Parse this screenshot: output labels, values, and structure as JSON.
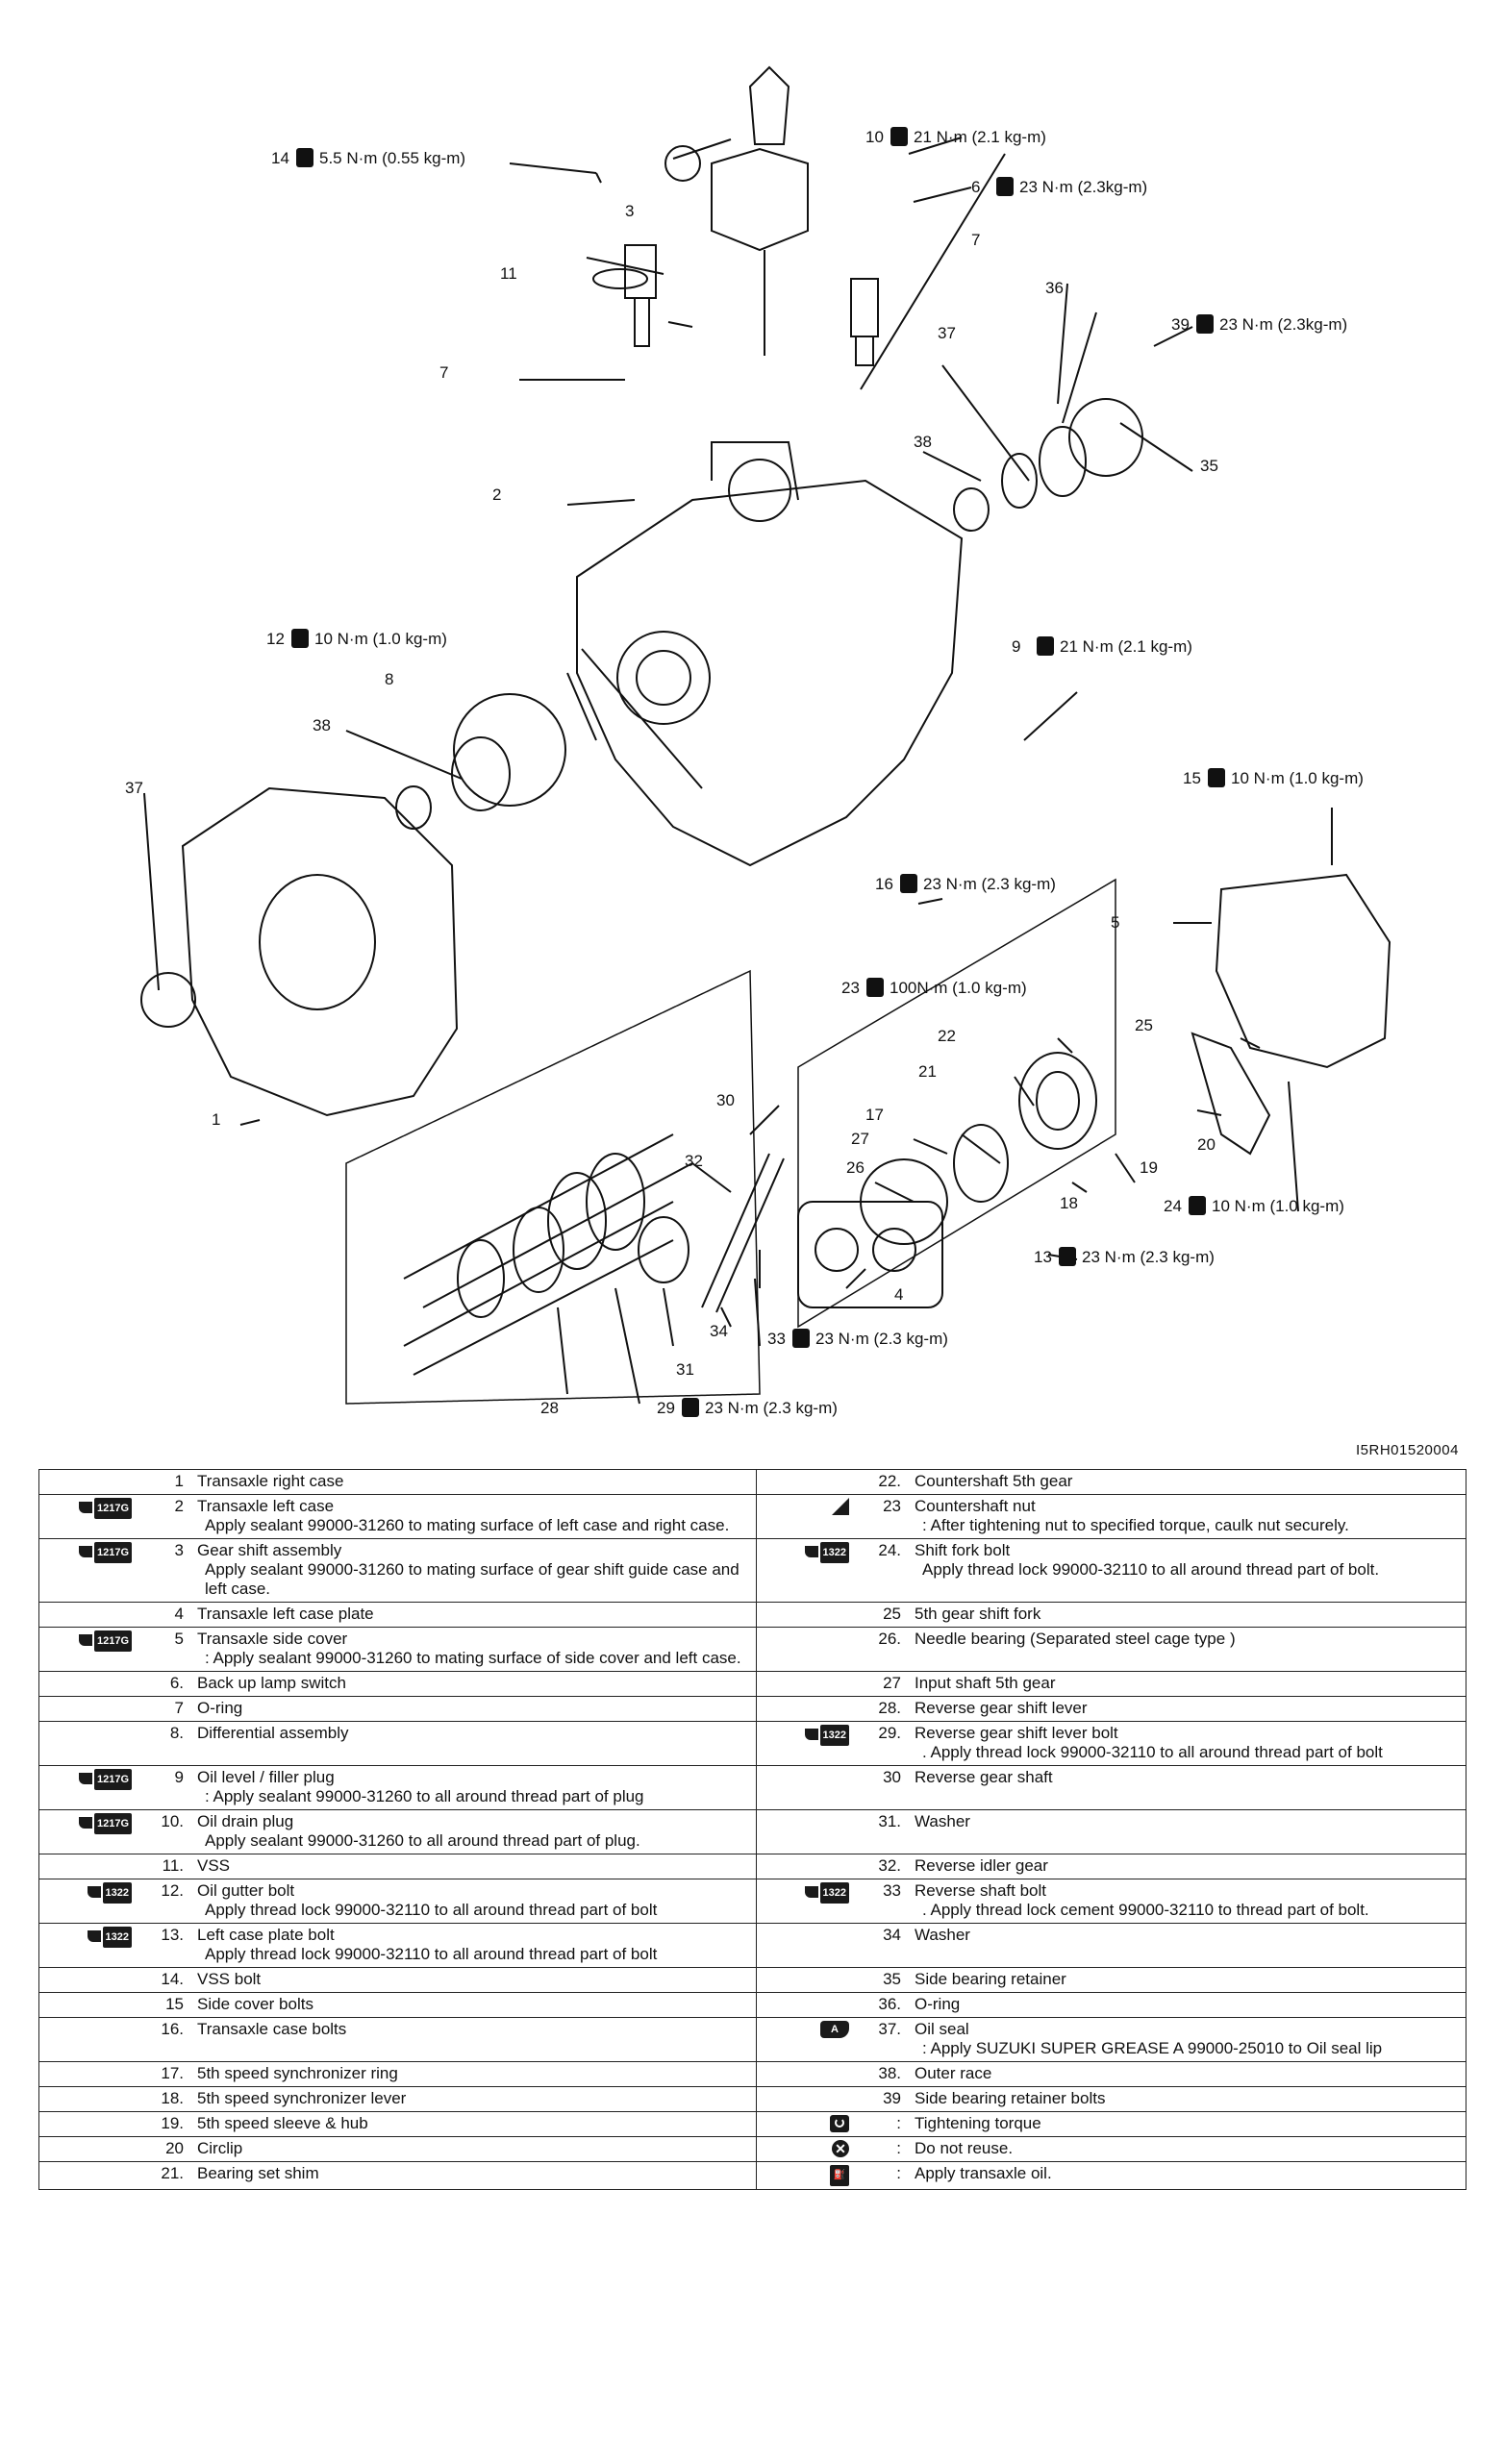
{
  "figure_id": "I5RH01520004",
  "callouts": [
    {
      "id": "c14",
      "text": "14",
      "torque": "5.5 N·m (0.55 kg-m)"
    },
    {
      "id": "c10",
      "text": "10",
      "torque": "21 N·m (2.1 kg-m)"
    },
    {
      "id": "c3",
      "text": "3"
    },
    {
      "id": "c6",
      "text": "6",
      "torque": "23 N·m (2.3kg-m)"
    },
    {
      "id": "c7a",
      "text": "7"
    },
    {
      "id": "c11",
      "text": "11"
    },
    {
      "id": "c36",
      "text": "36"
    },
    {
      "id": "c39",
      "text": "39",
      "torque": "23 N·m (2.3kg-m)"
    },
    {
      "id": "c37a",
      "text": "37"
    },
    {
      "id": "c7b",
      "text": "7"
    },
    {
      "id": "c38a",
      "text": "38"
    },
    {
      "id": "c35",
      "text": "35"
    },
    {
      "id": "c2",
      "text": "2"
    },
    {
      "id": "c12",
      "text": "12",
      "torque": "10 N·m (1.0 kg-m)"
    },
    {
      "id": "c9",
      "text": "9",
      "torque": "21 N·m (2.1 kg-m)"
    },
    {
      "id": "c8",
      "text": "8"
    },
    {
      "id": "c38b",
      "text": "38"
    },
    {
      "id": "c37b",
      "text": "37"
    },
    {
      "id": "c15",
      "text": "15",
      "torque": "10 N·m (1.0 kg-m)"
    },
    {
      "id": "c16",
      "text": "16",
      "torque": "23 N·m (2.3 kg-m)"
    },
    {
      "id": "c5",
      "text": "5"
    },
    {
      "id": "c23",
      "text": "23",
      "torque": "100N·m (1.0 kg-m)"
    },
    {
      "id": "c22",
      "text": "22"
    },
    {
      "id": "c25",
      "text": "25"
    },
    {
      "id": "c21",
      "text": "21"
    },
    {
      "id": "c1",
      "text": "1"
    },
    {
      "id": "c30",
      "text": "30"
    },
    {
      "id": "c17",
      "text": "17"
    },
    {
      "id": "c27",
      "text": "27"
    },
    {
      "id": "c20",
      "text": "20"
    },
    {
      "id": "c32",
      "text": "32"
    },
    {
      "id": "c26",
      "text": "26"
    },
    {
      "id": "c19",
      "text": "19"
    },
    {
      "id": "c18",
      "text": "18"
    },
    {
      "id": "c24",
      "text": "24",
      "torque": "10 N·m (1.0 kg-m)"
    },
    {
      "id": "c13",
      "text": "13",
      "torque": "23 N·m (2.3 kg-m)"
    },
    {
      "id": "c4",
      "text": "4"
    },
    {
      "id": "c34",
      "text": "34"
    },
    {
      "id": "c33",
      "text": "33",
      "torque": "23 N·m (2.3 kg-m)"
    },
    {
      "id": "c31",
      "text": "31"
    },
    {
      "id": "c28",
      "text": "28"
    },
    {
      "id": "c29",
      "text": "29",
      "torque": "23 N·m (2.3 kg-m)"
    }
  ],
  "icons": {
    "sealant": "1217G",
    "threadlock": "1322",
    "grease": "A"
  },
  "parts_left": [
    {
      "icon": "",
      "num": "1",
      "name": "Transaxle right case",
      "note": ""
    },
    {
      "icon": "sealant",
      "num": "2",
      "name": "Transaxle left case",
      "note": "Apply sealant 99000-31260 to mating surface of left case and right case."
    },
    {
      "icon": "sealant",
      "num": "3",
      "name": "Gear shift assembly",
      "note": "Apply sealant 99000-31260 to mating surface of gear shift guide case and left case."
    },
    {
      "icon": "",
      "num": "4",
      "name": "Transaxle left case plate",
      "note": ""
    },
    {
      "icon": "sealant",
      "num": "5",
      "name": "Transaxle side cover",
      "note": ": Apply sealant 99000-31260 to mating surface of side cover and left case."
    },
    {
      "icon": "",
      "num": "6.",
      "name": "Back up lamp switch",
      "note": ""
    },
    {
      "icon": "",
      "num": "7",
      "name": "O-ring",
      "note": ""
    },
    {
      "icon": "",
      "num": "8.",
      "name": "Differential assembly",
      "note": ""
    },
    {
      "icon": "sealant",
      "num": "9",
      "name": "Oil level / filler plug",
      "note": ": Apply sealant 99000-31260 to all around thread part of plug"
    },
    {
      "icon": "sealant",
      "num": "10.",
      "name": "Oil drain plug",
      "note": "Apply sealant 99000-31260 to all around thread part of plug."
    },
    {
      "icon": "",
      "num": "11.",
      "name": "VSS",
      "note": ""
    },
    {
      "icon": "threadlock",
      "num": "12.",
      "name": "Oil gutter bolt",
      "note": "Apply thread lock 99000-32110 to all around thread part of bolt"
    },
    {
      "icon": "threadlock",
      "num": "13.",
      "name": "Left case plate bolt",
      "note": "Apply thread lock 99000-32110 to all around thread part of bolt"
    },
    {
      "icon": "",
      "num": "14.",
      "name": "VSS bolt",
      "note": ""
    },
    {
      "icon": "",
      "num": "15",
      "name": "Side cover bolts",
      "note": ""
    },
    {
      "icon": "",
      "num": "16.",
      "name": "Transaxle case bolts",
      "note": ""
    },
    {
      "icon": "",
      "num": "17.",
      "name": "5th speed synchronizer ring",
      "note": ""
    },
    {
      "icon": "",
      "num": "18.",
      "name": "5th speed synchronizer lever",
      "note": ""
    },
    {
      "icon": "",
      "num": "19.",
      "name": "5th speed sleeve & hub",
      "note": ""
    },
    {
      "icon": "",
      "num": "20",
      "name": "Circlip",
      "note": ""
    },
    {
      "icon": "",
      "num": "21.",
      "name": "Bearing set shim",
      "note": ""
    }
  ],
  "parts_right": [
    {
      "icon": "",
      "num": "22.",
      "name": "Countershaft 5th gear",
      "note": ""
    },
    {
      "icon": "nut",
      "num": "23",
      "name": "Countershaft nut",
      "note": ": After tightening nut to specified torque, caulk nut securely."
    },
    {
      "icon": "threadlock",
      "num": "24.",
      "name": "Shift fork bolt",
      "note": "Apply thread lock 99000-32110 to all around thread part of bolt."
    },
    {
      "icon": "",
      "num": "25",
      "name": "5th gear shift fork",
      "note": ""
    },
    {
      "icon": "",
      "num": "26.",
      "name": "Needle bearing (Separated steel cage type )",
      "note": ""
    },
    {
      "icon": "",
      "num": "27",
      "name": "Input shaft 5th gear",
      "note": ""
    },
    {
      "icon": "",
      "num": "28.",
      "name": "Reverse gear shift lever",
      "note": ""
    },
    {
      "icon": "threadlock",
      "num": "29.",
      "name": "Reverse gear shift lever bolt",
      "note": ". Apply thread lock 99000-32110 to all around thread part of bolt"
    },
    {
      "icon": "",
      "num": "30",
      "name": "Reverse gear shaft",
      "note": ""
    },
    {
      "icon": "",
      "num": "31.",
      "name": "Washer",
      "note": ""
    },
    {
      "icon": "",
      "num": "32.",
      "name": "Reverse idler gear",
      "note": ""
    },
    {
      "icon": "threadlock",
      "num": "33",
      "name": "Reverse shaft bolt",
      "note": ". Apply thread lock cement 99000-32110 to thread part of bolt."
    },
    {
      "icon": "",
      "num": "34",
      "name": "Washer",
      "note": ""
    },
    {
      "icon": "",
      "num": "35",
      "name": "Side bearing retainer",
      "note": ""
    },
    {
      "icon": "",
      "num": "36.",
      "name": "O-ring",
      "note": ""
    },
    {
      "icon": "grease",
      "num": "37.",
      "name": "Oil seal",
      "note": ": Apply SUZUKI SUPER GREASE A 99000-25010 to Oil seal lip"
    },
    {
      "icon": "",
      "num": "38.",
      "name": "Outer race",
      "note": ""
    },
    {
      "icon": "",
      "num": "39",
      "name": "Side bearing retainer bolts",
      "note": ""
    },
    {
      "icon": "wrench",
      "num": ":",
      "name": "Tightening torque",
      "note": ""
    },
    {
      "icon": "noreuse",
      "num": ":",
      "name": "Do not reuse.",
      "note": ""
    },
    {
      "icon": "oil",
      "num": ":",
      "name": "Apply transaxle oil.",
      "note": ""
    }
  ]
}
